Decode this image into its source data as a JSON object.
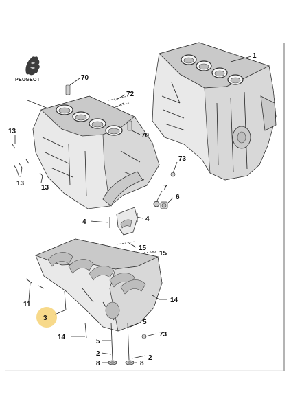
{
  "brand": {
    "name": "PEUGEOT",
    "logo_icon": "lion-emblem-icon"
  },
  "callouts": [
    {
      "id": "c1",
      "label": "1"
    },
    {
      "id": "c70a",
      "label": "70"
    },
    {
      "id": "c72",
      "label": "72"
    },
    {
      "id": "c70b",
      "label": "70"
    },
    {
      "id": "c13a",
      "label": "13"
    },
    {
      "id": "c13b",
      "label": "13"
    },
    {
      "id": "c13c",
      "label": "13"
    },
    {
      "id": "c73a",
      "label": "73"
    },
    {
      "id": "c7",
      "label": "7"
    },
    {
      "id": "c6",
      "label": "6"
    },
    {
      "id": "c4a",
      "label": "4"
    },
    {
      "id": "c4b",
      "label": "4"
    },
    {
      "id": "c15a",
      "label": "15"
    },
    {
      "id": "c15b",
      "label": "15"
    },
    {
      "id": "c11",
      "label": "11"
    },
    {
      "id": "c3",
      "label": "3"
    },
    {
      "id": "c14a",
      "label": "14"
    },
    {
      "id": "c14b",
      "label": "14"
    },
    {
      "id": "c5a",
      "label": "5"
    },
    {
      "id": "c5b",
      "label": "5"
    },
    {
      "id": "c73b",
      "label": "73"
    },
    {
      "id": "c2a",
      "label": "2"
    },
    {
      "id": "c2b",
      "label": "2"
    },
    {
      "id": "c8a",
      "label": "8"
    },
    {
      "id": "c8b",
      "label": "8"
    }
  ],
  "highlight_color": "#f7d98a"
}
